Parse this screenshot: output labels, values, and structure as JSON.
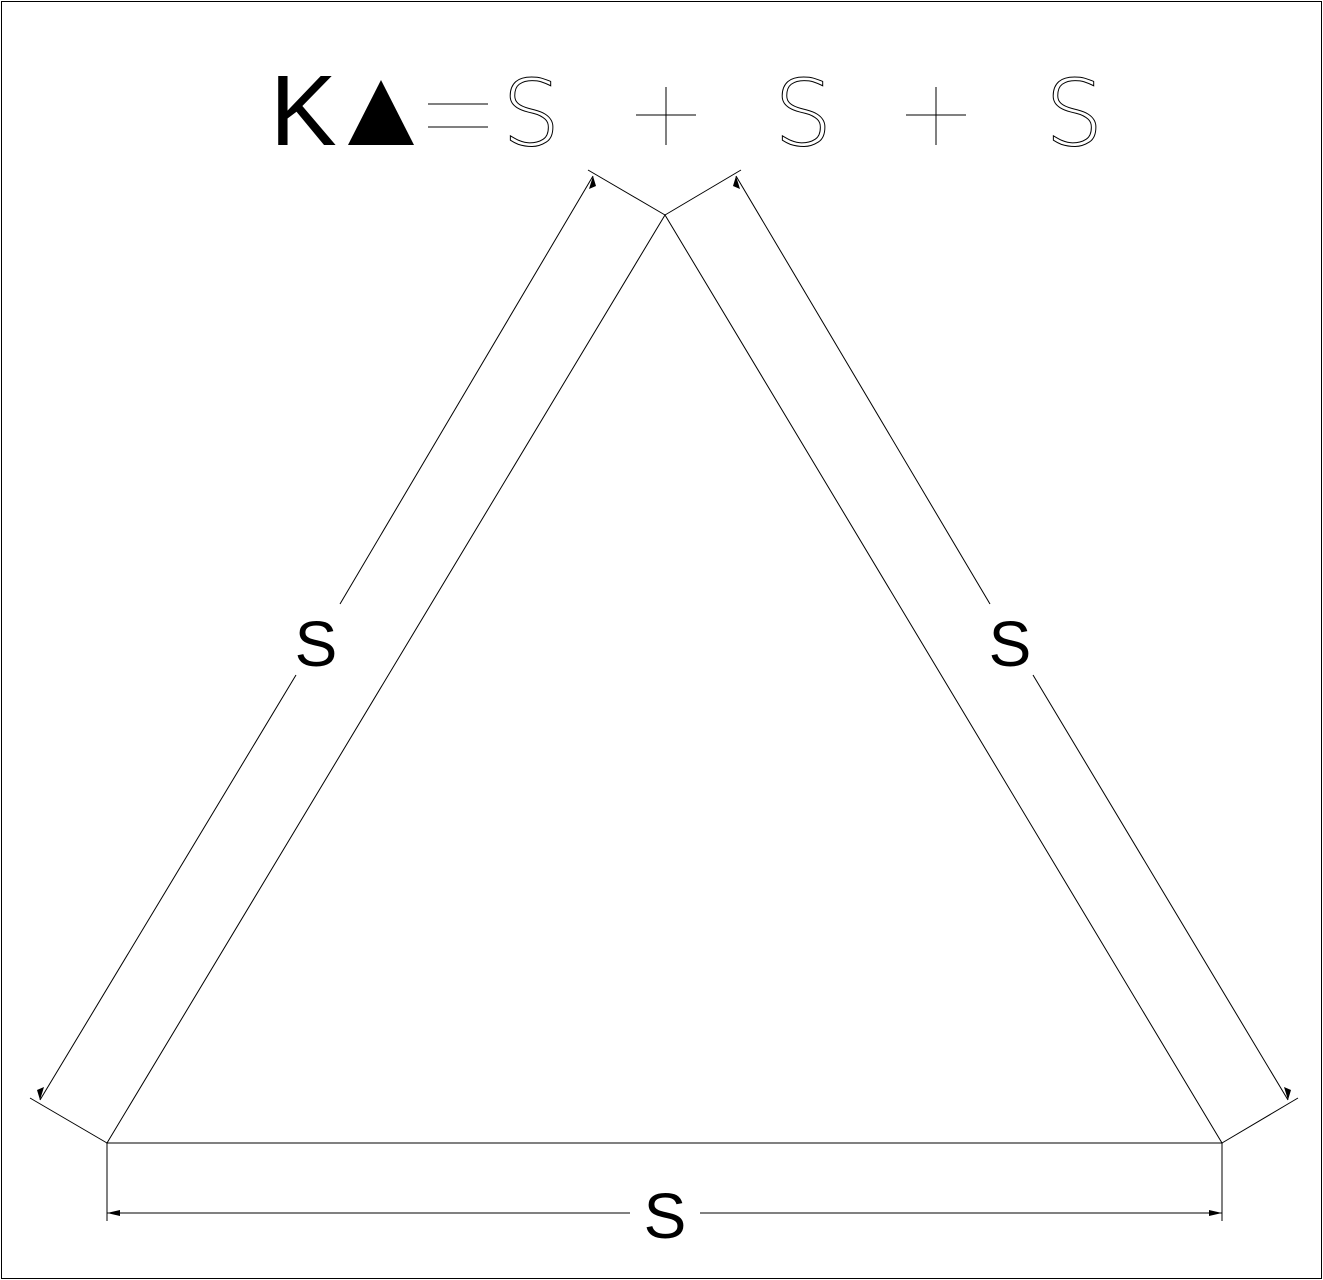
{
  "formula": {
    "lhs_letter": "K",
    "equals": "=",
    "term_1": "S",
    "plus_1": "+",
    "term_2": "S",
    "plus_2": "+",
    "term_3": "S"
  },
  "triangle": {
    "left_side_label": "S",
    "right_side_label": "S",
    "bottom_side_label": "S"
  }
}
